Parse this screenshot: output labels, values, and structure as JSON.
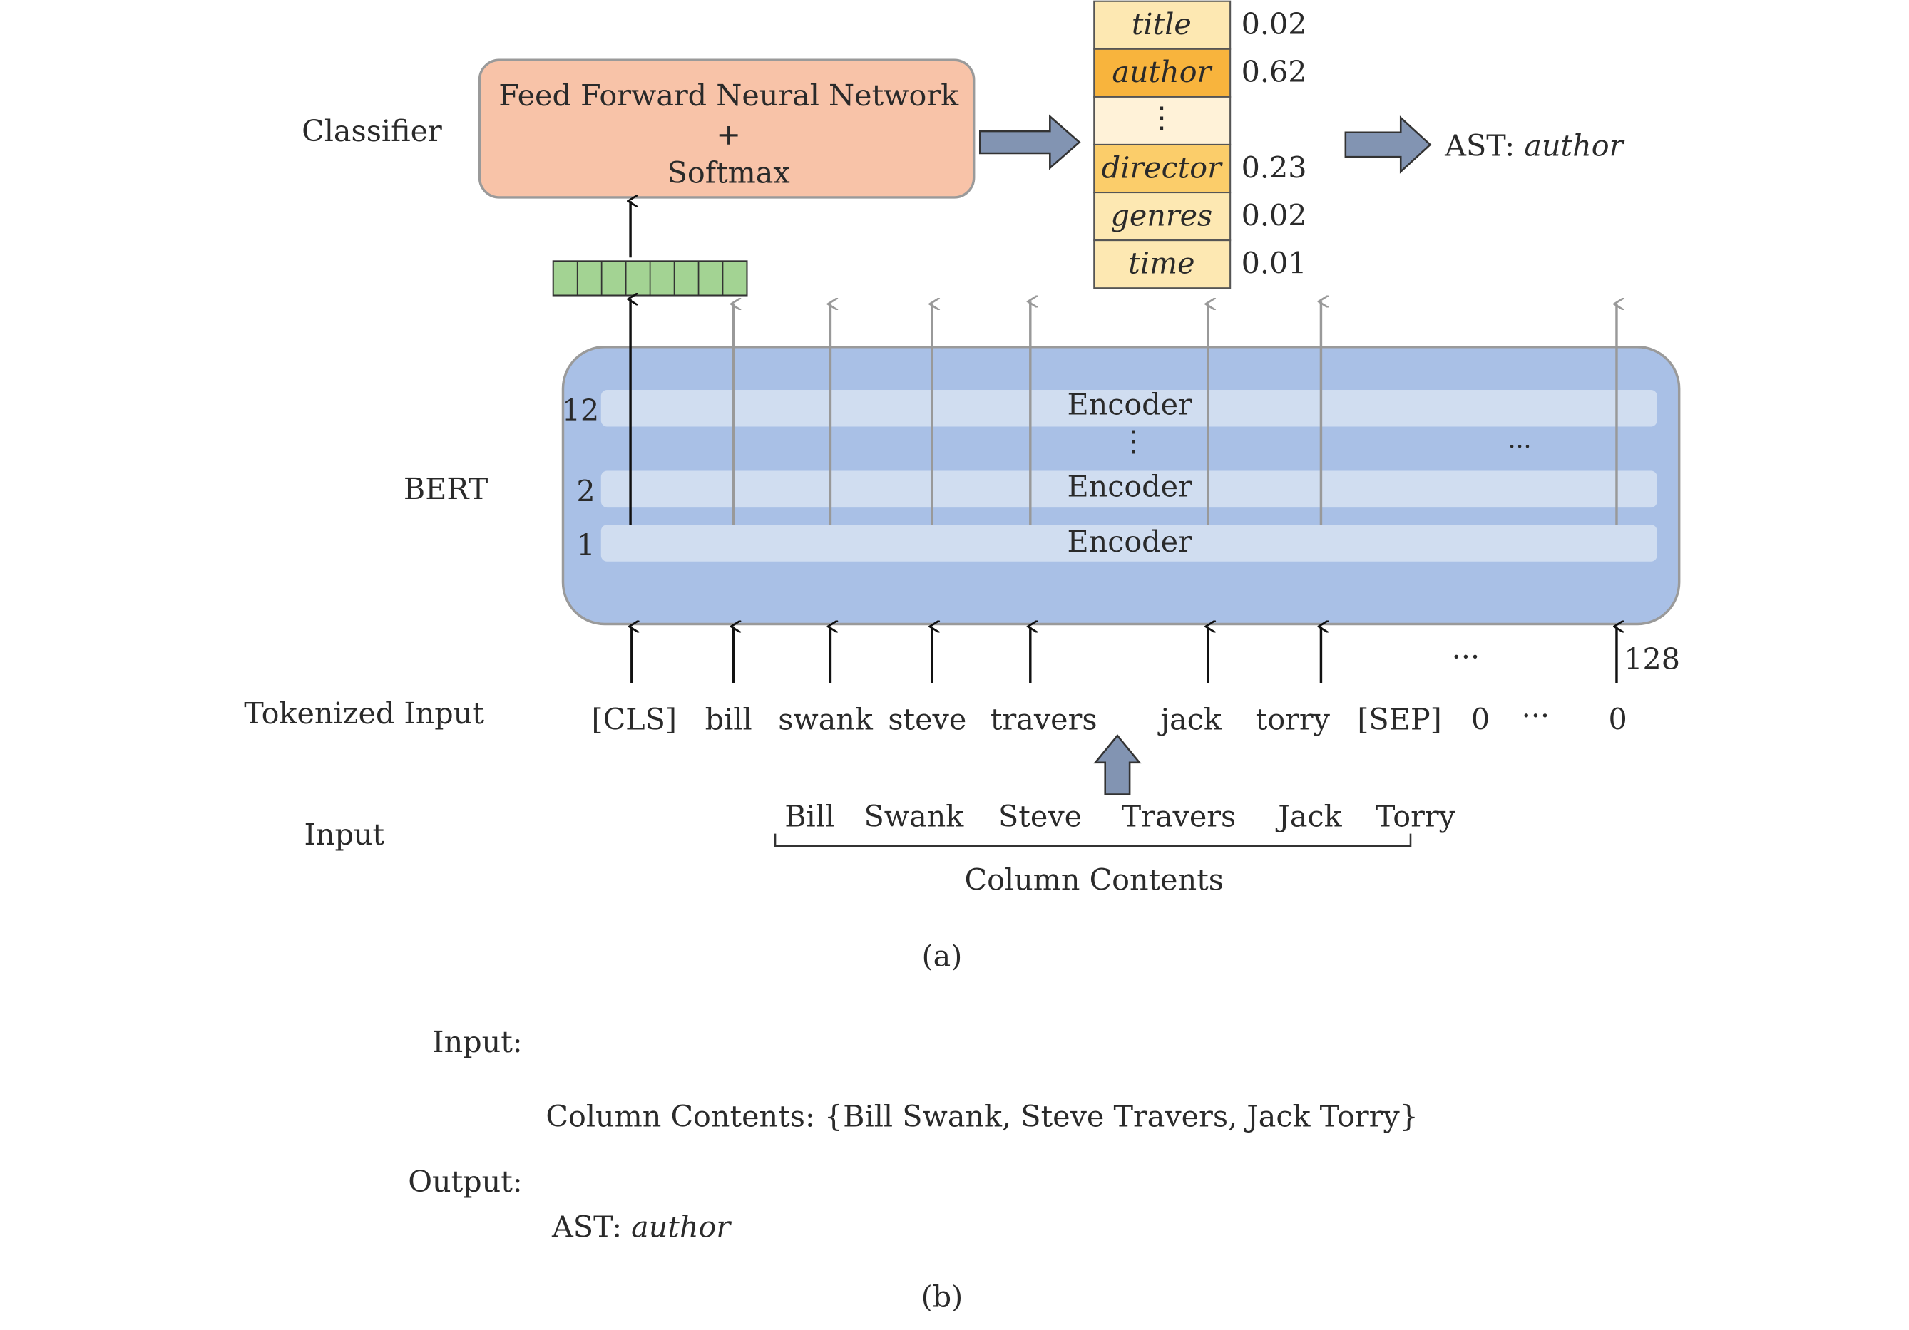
{
  "row_labels": {
    "classifier": "Classifier",
    "bert": "BERT",
    "tokenized": "Tokenized Input",
    "input": "Input"
  },
  "classifier": {
    "line1": "Feed Forward Neural Network",
    "line2": "+",
    "line3": "Softmax"
  },
  "output_table": {
    "rows": [
      {
        "label": "title",
        "value": "0.02"
      },
      {
        "label": "author",
        "value": "0.62"
      },
      {
        "label": "⋮",
        "value": ""
      },
      {
        "label": "director",
        "value": "0.23"
      },
      {
        "label": "genres",
        "value": "0.02"
      },
      {
        "label": "time",
        "value": "0.01"
      }
    ]
  },
  "result": {
    "prefix": "AST: ",
    "value": "author"
  },
  "bert": {
    "layers": [
      {
        "num": "12",
        "label": "Encoder"
      },
      {
        "num": "2",
        "label": "Encoder"
      },
      {
        "num": "1",
        "label": "Encoder"
      }
    ],
    "vdots": "⋮",
    "hdots": "...",
    "length_label": "128",
    "input_dots": "···"
  },
  "tokens": [
    "[CLS]",
    "bill",
    "swank",
    "steve",
    "travers",
    "jack",
    "torry",
    "[SEP]",
    "0",
    "···",
    "0"
  ],
  "input_words": [
    "Bill",
    "Swank",
    "Steve",
    "Travers",
    "Jack",
    "Torry"
  ],
  "column_contents_label": "Column Contents",
  "caption_a": "(a)",
  "part_b": {
    "input_label": "Input:",
    "column_line": "Column Contents: {Bill Swank, Steve Travers, Jack Torry}",
    "output_label": "Output:",
    "ast_prefix": "AST: ",
    "ast_value": "author"
  },
  "caption_b": "(b)",
  "colors": {
    "classifier_fill": "#f8c3a8",
    "bert_fill": "#a9c0e6",
    "encoder_fill": "#d0ddf0",
    "table_light": "#fde8b2",
    "table_dark": "#f8b43d",
    "table_mid": "#fbcd6a",
    "table_blank": "#fff2d8",
    "arrow_fill": "#8294b2",
    "vector_fill": "#a3d393"
  }
}
